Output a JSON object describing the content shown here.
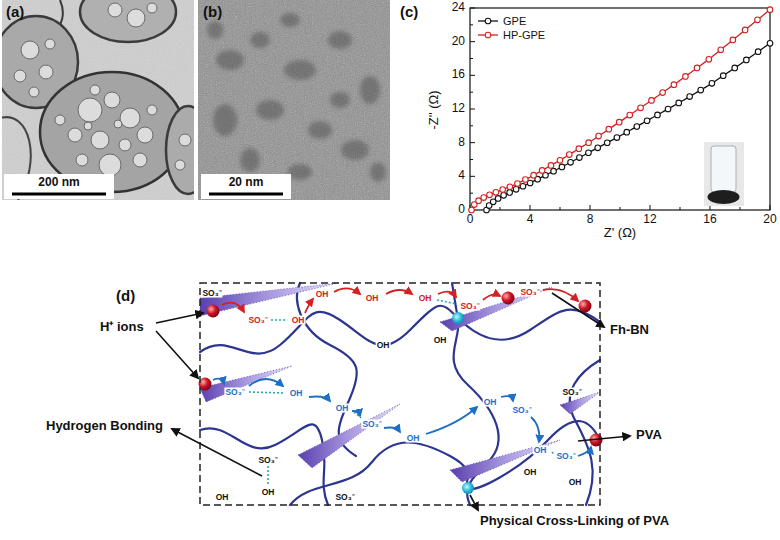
{
  "diagram": {
    "labels": [
      "(a)",
      "200 nm",
      "(b)",
      "20 nm",
      "(c)",
      "-Z'' (Ω)",
      "0",
      "4",
      "8",
      "12",
      "16",
      "20",
      "0",
      "4",
      "8",
      "12",
      "16",
      "20",
      "24",
      "Z' (Ω)",
      "(d)",
      "H⁺ ions",
      "Fh-BN",
      "Hydrogen Bonding",
      "PVA",
      "Physical Cross-Linking of PVA",
      "SO₃⁻",
      "SO₃⁻",
      "OH",
      "OH",
      "OH",
      "OH",
      "SO₃⁻",
      "SO₃⁻",
      "OH",
      "OH",
      "SO₃⁻",
      "OH",
      "OH",
      "SO₃⁻",
      "OH",
      "OH",
      "SO₃⁻",
      "OH",
      "SO₃⁻",
      "SO₃⁻",
      "OH",
      "OH",
      "SO₃⁻",
      "OH",
      "OH",
      "SO₃⁻"
    ],
    "legend": [
      {
        "text": "GPE"
      },
      {
        "text": "HP-GPE"
      }
    ]
  }
}
